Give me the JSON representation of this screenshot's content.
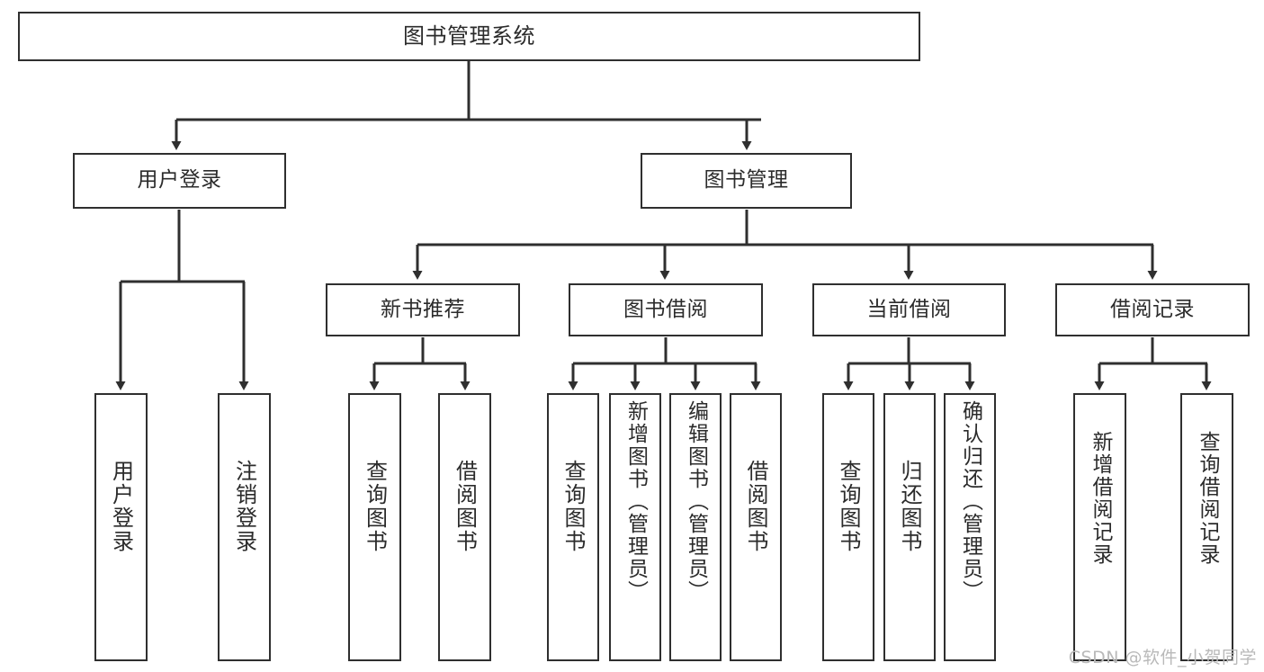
{
  "diagram": {
    "type": "tree",
    "title": "图书管理系统",
    "orientation": "top-down",
    "colors": {
      "stroke": "#2f2f2f",
      "fill": "#ffffff",
      "text": "#2b2b2b",
      "watermark": "#b9b9b9"
    },
    "watermark": "CSDN @软件_小贺同学",
    "nodes": {
      "root": {
        "label": "图书管理系统",
        "level": 0
      },
      "l2_login": {
        "label": "用户登录",
        "level": 1
      },
      "l2_book": {
        "label": "图书管理",
        "level": 1
      },
      "l3_new": {
        "label": "新书推荐",
        "level": 2
      },
      "l3_borrow": {
        "label": "图书借阅",
        "level": 2
      },
      "l3_current": {
        "label": "当前借阅",
        "level": 2
      },
      "l3_record": {
        "label": "借阅记录",
        "level": 2
      },
      "leaf_01": {
        "label": "用户登录",
        "level": 3
      },
      "leaf_02": {
        "label": "注销登录",
        "level": 3
      },
      "leaf_03": {
        "label": "查询图书",
        "level": 3
      },
      "leaf_04": {
        "label": "借阅图书",
        "level": 3
      },
      "leaf_05": {
        "label": "查询图书",
        "level": 3
      },
      "leaf_06": {
        "label": "新增图书（管理员）",
        "level": 3
      },
      "leaf_07": {
        "label": "编辑图书（管理员）",
        "level": 3
      },
      "leaf_08": {
        "label": "借阅图书",
        "level": 3
      },
      "leaf_09": {
        "label": "查询图书",
        "level": 3
      },
      "leaf_10": {
        "label": "归还图书",
        "level": 3
      },
      "leaf_11": {
        "label": "确认归还（管理员）",
        "level": 3
      },
      "leaf_12": {
        "label": "新增借阅记录",
        "level": 3
      },
      "leaf_13": {
        "label": "查询借阅记录",
        "level": 3
      }
    },
    "edges": [
      {
        "from": "root",
        "to": "l2_login"
      },
      {
        "from": "root",
        "to": "l2_book"
      },
      {
        "from": "l2_login",
        "to": "leaf_01"
      },
      {
        "from": "l2_login",
        "to": "leaf_02"
      },
      {
        "from": "l2_book",
        "to": "l3_new"
      },
      {
        "from": "l2_book",
        "to": "l3_borrow"
      },
      {
        "from": "l2_book",
        "to": "l3_current"
      },
      {
        "from": "l2_book",
        "to": "l3_record"
      },
      {
        "from": "l3_new",
        "to": "leaf_03"
      },
      {
        "from": "l3_new",
        "to": "leaf_04"
      },
      {
        "from": "l3_borrow",
        "to": "leaf_05"
      },
      {
        "from": "l3_borrow",
        "to": "leaf_06"
      },
      {
        "from": "l3_borrow",
        "to": "leaf_07"
      },
      {
        "from": "l3_borrow",
        "to": "leaf_08"
      },
      {
        "from": "l3_current",
        "to": "leaf_09"
      },
      {
        "from": "l3_current",
        "to": "leaf_10"
      },
      {
        "from": "l3_current",
        "to": "leaf_11"
      },
      {
        "from": "l3_record",
        "to": "leaf_12"
      },
      {
        "from": "l3_record",
        "to": "leaf_13"
      }
    ]
  }
}
